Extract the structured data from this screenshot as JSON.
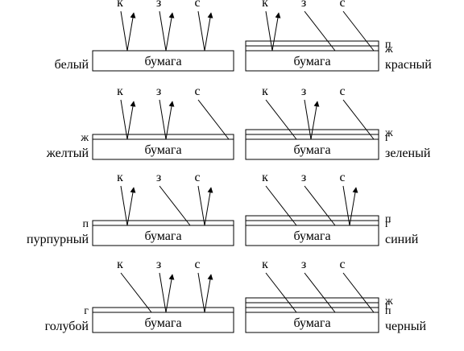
{
  "ray_labels": [
    "к",
    "з",
    "с"
  ],
  "paper_label": "бумага",
  "panels": [
    {
      "name": "белый",
      "layers": [],
      "rays": [
        "reflect",
        "reflect",
        "reflect"
      ]
    },
    {
      "name": "красный",
      "layers": [
        "п",
        "ж"
      ],
      "rays": [
        "reflect",
        "absorb",
        "absorb"
      ]
    },
    {
      "name": "желтый",
      "layers": [
        "ж"
      ],
      "rays": [
        "reflect",
        "reflect",
        "absorb"
      ]
    },
    {
      "name": "зеленый",
      "layers": [
        "ж",
        "г"
      ],
      "rays": [
        "absorb",
        "reflect",
        "absorb"
      ]
    },
    {
      "name": "пурпурный",
      "layers": [
        "п"
      ],
      "rays": [
        "reflect",
        "absorb",
        "reflect"
      ]
    },
    {
      "name": "синий",
      "layers": [
        "п",
        "г"
      ],
      "rays": [
        "absorb",
        "absorb",
        "reflect"
      ]
    },
    {
      "name": "голубой",
      "layers": [
        "г"
      ],
      "rays": [
        "absorb",
        "reflect",
        "reflect"
      ]
    },
    {
      "name": "черный",
      "layers": [
        "ж",
        "г",
        "п"
      ],
      "rays": [
        "absorb",
        "absorb",
        "absorb"
      ]
    }
  ]
}
